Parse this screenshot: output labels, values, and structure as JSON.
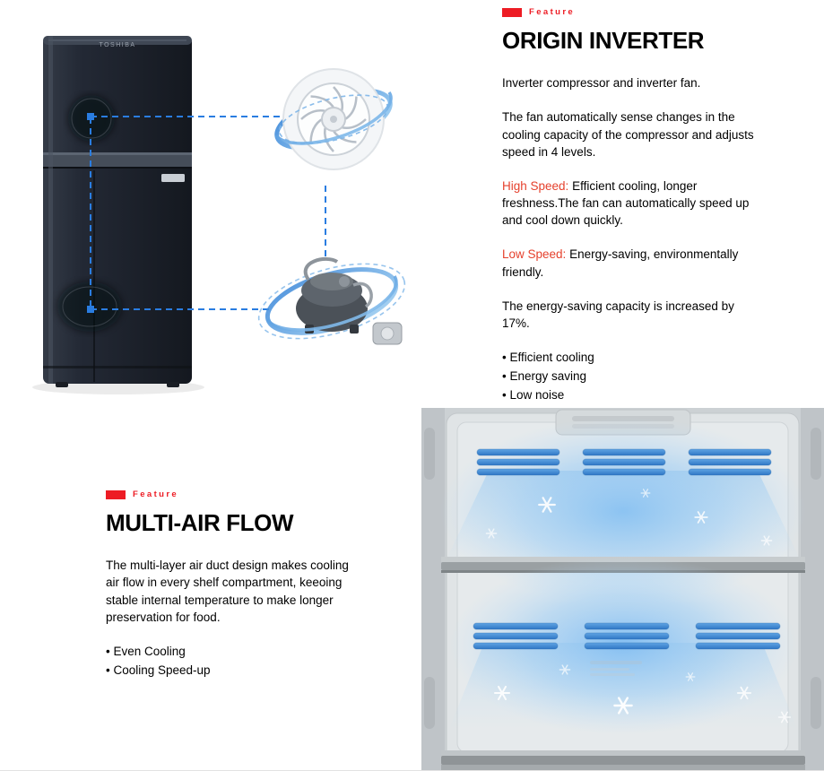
{
  "colors": {
    "accent_red": "#ed1c24",
    "speed_text_red": "#e5412d",
    "callout_blue": "#2a7de1",
    "airflow_blue": "#5fa4e4"
  },
  "fridge": {
    "brand": "TOSHIBA"
  },
  "origin_inverter": {
    "feature_label": "Feature",
    "title": "ORIGIN INVERTER",
    "intro": "Inverter compressor and inverter fan.",
    "para_fan": "The fan automatically sense changes in the cooling capacity of the compressor and adjusts speed in 4 levels.",
    "high_speed_label": "High Speed:",
    "high_speed_text": "Efficient cooling, longer freshness.The fan can automatically speed up and cool down quickly.",
    "low_speed_label": "Low Speed:",
    "low_speed_text": "Energy-saving, environmentally friendly.",
    "para_energy": "The energy-saving capacity is increased by 17%.",
    "bullets": [
      "Efficient cooling",
      "Energy saving",
      "Low noise"
    ]
  },
  "multi_air_flow": {
    "feature_label": "Feature",
    "title": "MULTI-AIR FLOW",
    "body": "The multi-layer air duct design makes cooling air flow in every shelf compartment, keeoing stable internal temperature to make longer preservation for food.",
    "bullets": [
      "Even Cooling",
      "Cooling Speed-up"
    ]
  }
}
